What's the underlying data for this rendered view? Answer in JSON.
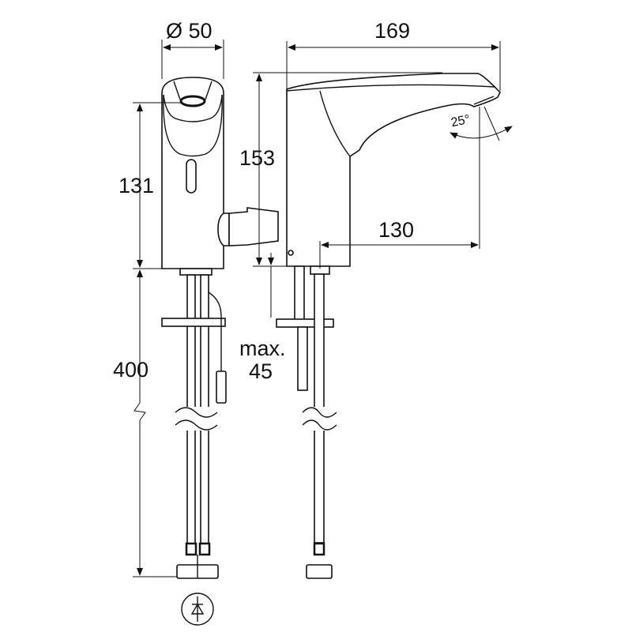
{
  "dimensions": {
    "diameter": "Ø 50",
    "length_total": "169",
    "height_spout": "153",
    "height_outlet": "131",
    "reach": "130",
    "hose_length": "400",
    "max_label": "max.",
    "max_value": "45",
    "angle": "25°"
  },
  "symbols": {
    "water_symbol": "check-valve-symbol"
  },
  "colors": {
    "line": "#111111",
    "background": "#ffffff"
  }
}
